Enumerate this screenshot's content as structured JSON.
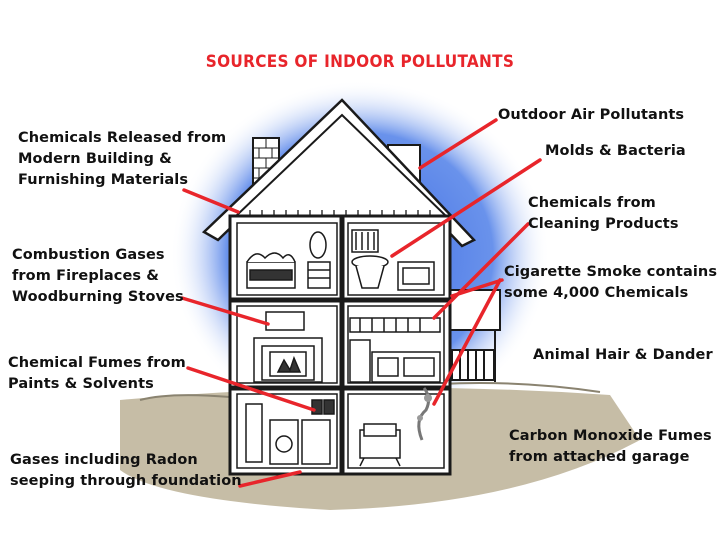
{
  "title": "SOURCES OF INDOOR POLLUTANTS",
  "colors": {
    "title": "#e8252b",
    "leader": "#e8252b",
    "halo": "#3f6fe0",
    "ground": "#bfb6a0",
    "house_line": "#1a1a1a"
  },
  "labels": {
    "chemicals_building": "Chemicals Released from\nModern Building &\nFurnishing Materials",
    "combustion": "Combustion Gases\nfrom Fireplaces &\nWoodburning Stoves",
    "fumes_paints": "Chemical Fumes from\nPaints & Solvents",
    "radon": "Gases including Radon\nseeping through foundation",
    "outdoor_air": "Outdoor Air Pollutants",
    "molds": "Molds & Bacteria",
    "cleaning": "Chemicals from\nCleaning Products",
    "cigarette": "Cigarette Smoke contains\nsome 4,000 Chemicals",
    "animal": "Animal Hair & Dander",
    "carbon_monoxide": "Carbon Monoxide Fumes\nfrom attached garage"
  }
}
